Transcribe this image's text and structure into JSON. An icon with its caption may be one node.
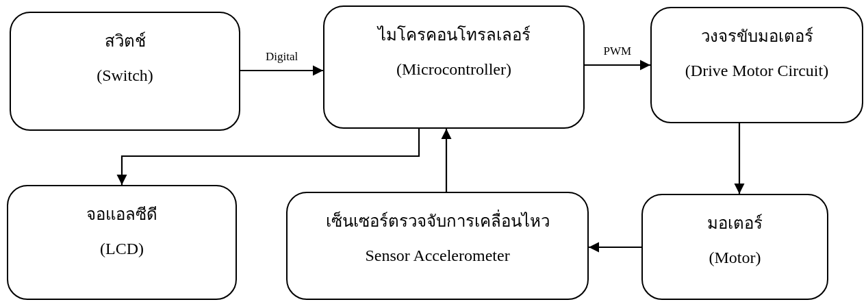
{
  "diagram": {
    "nodes": [
      {
        "text": [
          "สวิตช์",
          "(Switch)"
        ]
      },
      {
        "text": [
          "ไมโครคอนโทรลเลอร์",
          "(Microcontroller)"
        ]
      },
      {
        "text": [
          "วงจรขับมอเตอร์",
          "(Drive Motor Circuit)"
        ]
      },
      {
        "text": [
          "จอแอลซีดี",
          "(LCD)"
        ]
      },
      {
        "text": [
          "เซ็นเซอร์ตรวจจับการเคลื่อนไหว",
          "Sensor Accelerometer"
        ]
      },
      {
        "text": [
          "มอเตอร์",
          "(Motor)"
        ]
      }
    ],
    "edges": [
      {
        "from": 0,
        "to": 1,
        "arrow": "to",
        "label": "Digital"
      },
      {
        "from": 1,
        "to": 2,
        "arrow": "to",
        "label": "PWM"
      },
      {
        "from": 1,
        "to": 3,
        "arrow": "to"
      },
      {
        "from": 4,
        "to": 1,
        "arrow": "to"
      },
      {
        "from": 2,
        "to": 5,
        "arrow": "to"
      },
      {
        "from": 5,
        "to": 4,
        "arrow": "to"
      }
    ]
  }
}
